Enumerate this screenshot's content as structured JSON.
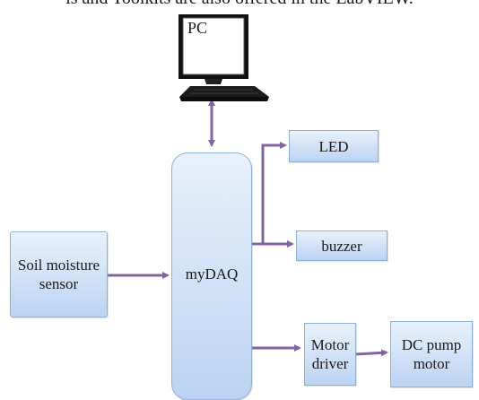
{
  "header_fragment": "is and Toolkits are also offered in the LabVIEW.",
  "pc": {
    "label": "PC"
  },
  "blocks": {
    "soil_sensor": {
      "line1": "Soil moisture",
      "line2": "sensor"
    },
    "mydaq": {
      "label": "myDAQ"
    },
    "led": {
      "label": "LED"
    },
    "buzzer": {
      "label": "buzzer"
    },
    "motor_driver": {
      "line1": "Motor",
      "line2": "driver"
    },
    "dc_pump": {
      "line1": "DC pump",
      "line2": "motor"
    }
  },
  "colors": {
    "arrow": "#8064a2",
    "block_fill_top": "#e8f1fc",
    "block_fill_bottom": "#bcd4f2",
    "block_border": "#8fb0d6"
  },
  "icons": [
    "pc-monitor-icon"
  ]
}
